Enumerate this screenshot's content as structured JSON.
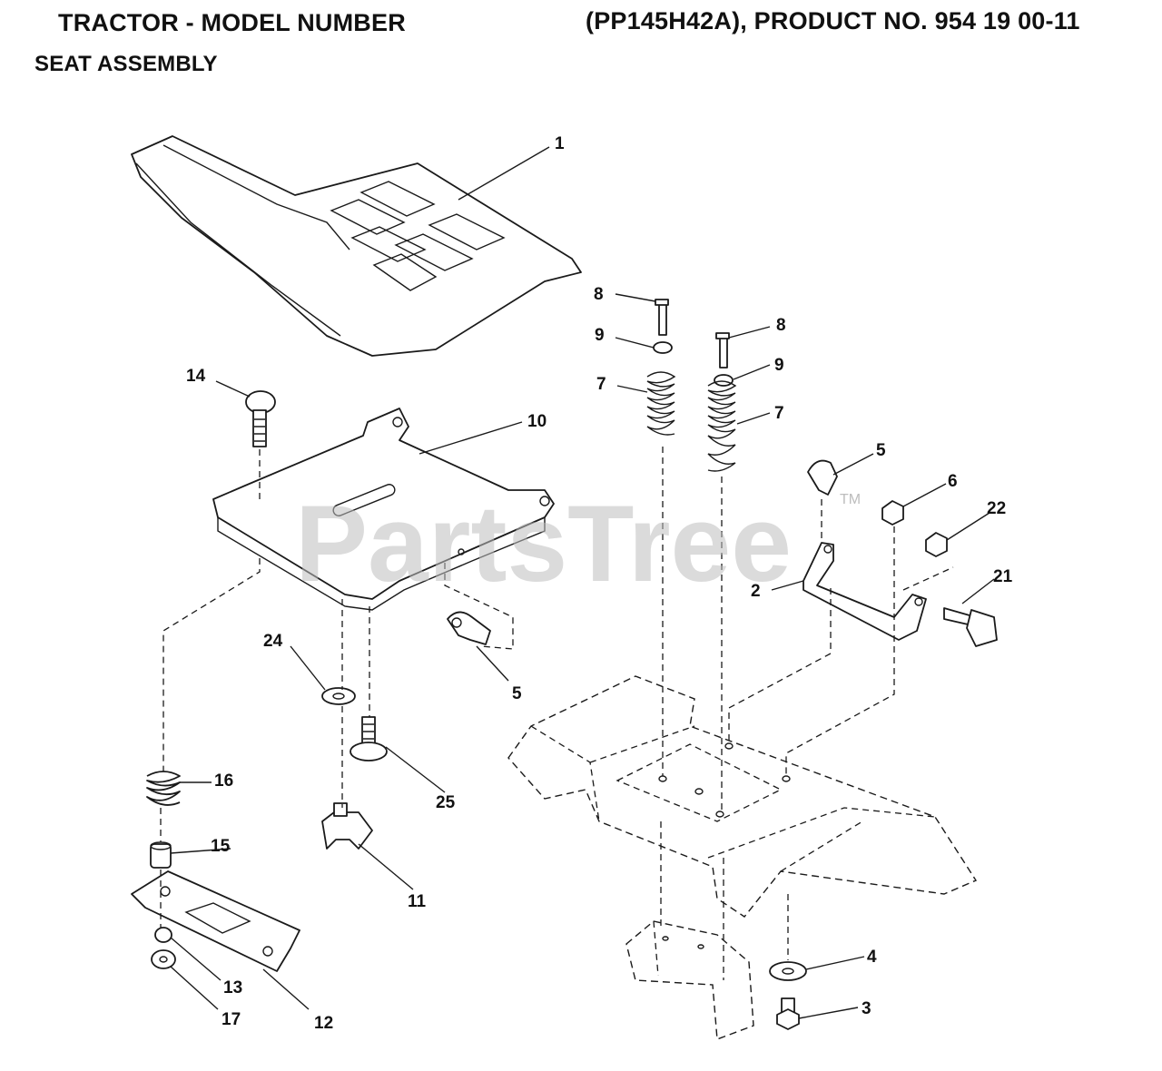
{
  "header": {
    "title_left": "TRACTOR - MODEL NUMBER",
    "title_right": "(PP145H42A), PRODUCT NO. 954 19 00-11",
    "subtitle": "SEAT ASSEMBLY"
  },
  "watermark": {
    "text": "PartsTree",
    "trademark": "TM"
  },
  "callouts": {
    "c1": "1",
    "c2": "2",
    "c3": "3",
    "c4": "4",
    "c5a": "5",
    "c5b": "5",
    "c6": "6",
    "c7a": "7",
    "c7b": "7",
    "c8a": "8",
    "c8b": "8",
    "c9a": "9",
    "c9b": "9",
    "c10": "10",
    "c11": "11",
    "c12": "12",
    "c13": "13",
    "c14": "14",
    "c15": "15",
    "c16": "16",
    "c17": "17",
    "c21": "21",
    "c22": "22",
    "c24": "24",
    "c25": "25"
  },
  "colors": {
    "line": "#1a1a1a",
    "watermark": "#bdbdbd",
    "background": "#ffffff"
  }
}
